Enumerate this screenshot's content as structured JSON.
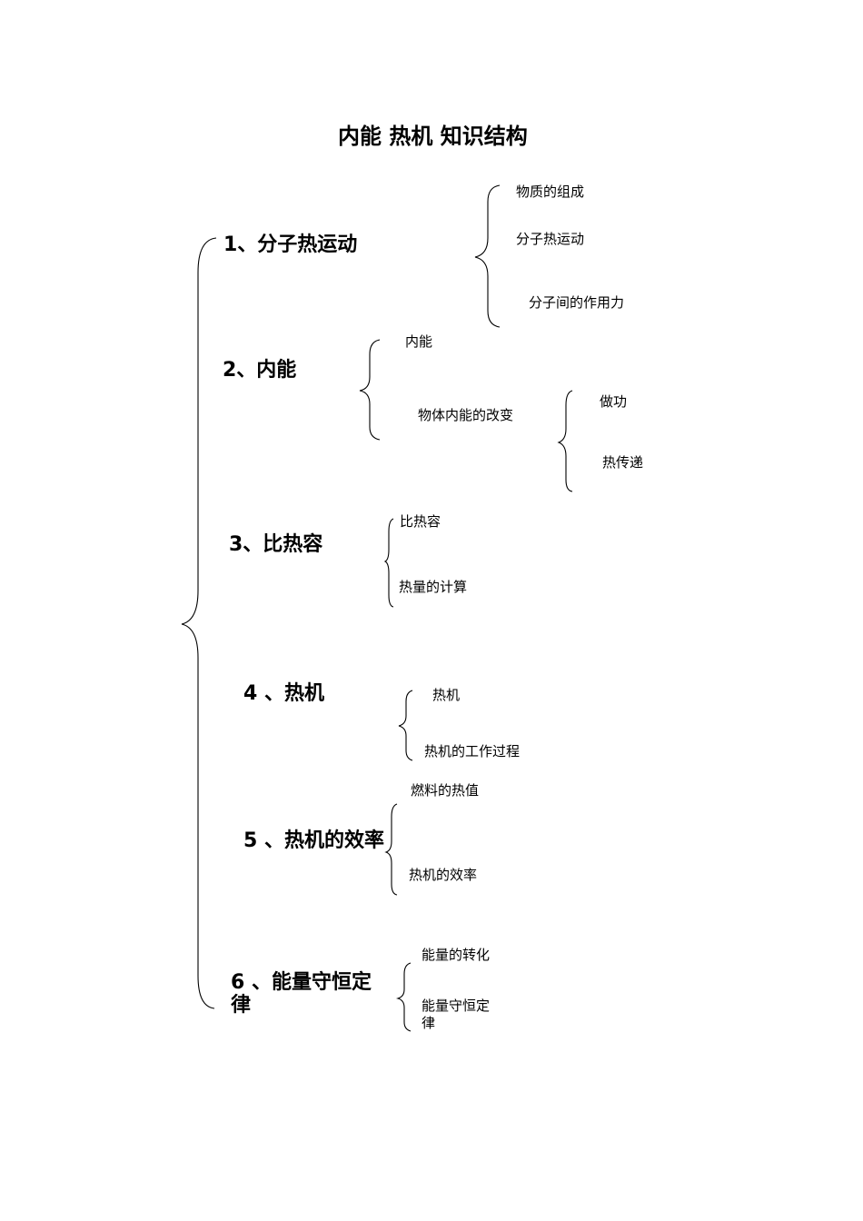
{
  "title": "内能 热机 知识结构",
  "topics": [
    {
      "label": "1、分子热运动",
      "items": [
        "物质的组成",
        "分子热运动",
        "分子间的作用力"
      ]
    },
    {
      "label": "2、内能",
      "items": [
        "内能",
        "物体内能的改变"
      ],
      "subitems": [
        "做功",
        "热传递"
      ]
    },
    {
      "label": "3、比热容",
      "items": [
        "比热容",
        "热量的计算"
      ]
    },
    {
      "label": "4 、热机",
      "items": [
        "热机",
        "热机的工作过程"
      ]
    },
    {
      "label": "5 、热机的效率",
      "items": [
        "燃料的热值",
        "热机的效率"
      ]
    },
    {
      "label_line1": "6 、能量守恒定",
      "label_line2": "律",
      "items": [
        "能量的转化"
      ],
      "item_line1": "能量守恒定",
      "item_line2": "律"
    }
  ]
}
